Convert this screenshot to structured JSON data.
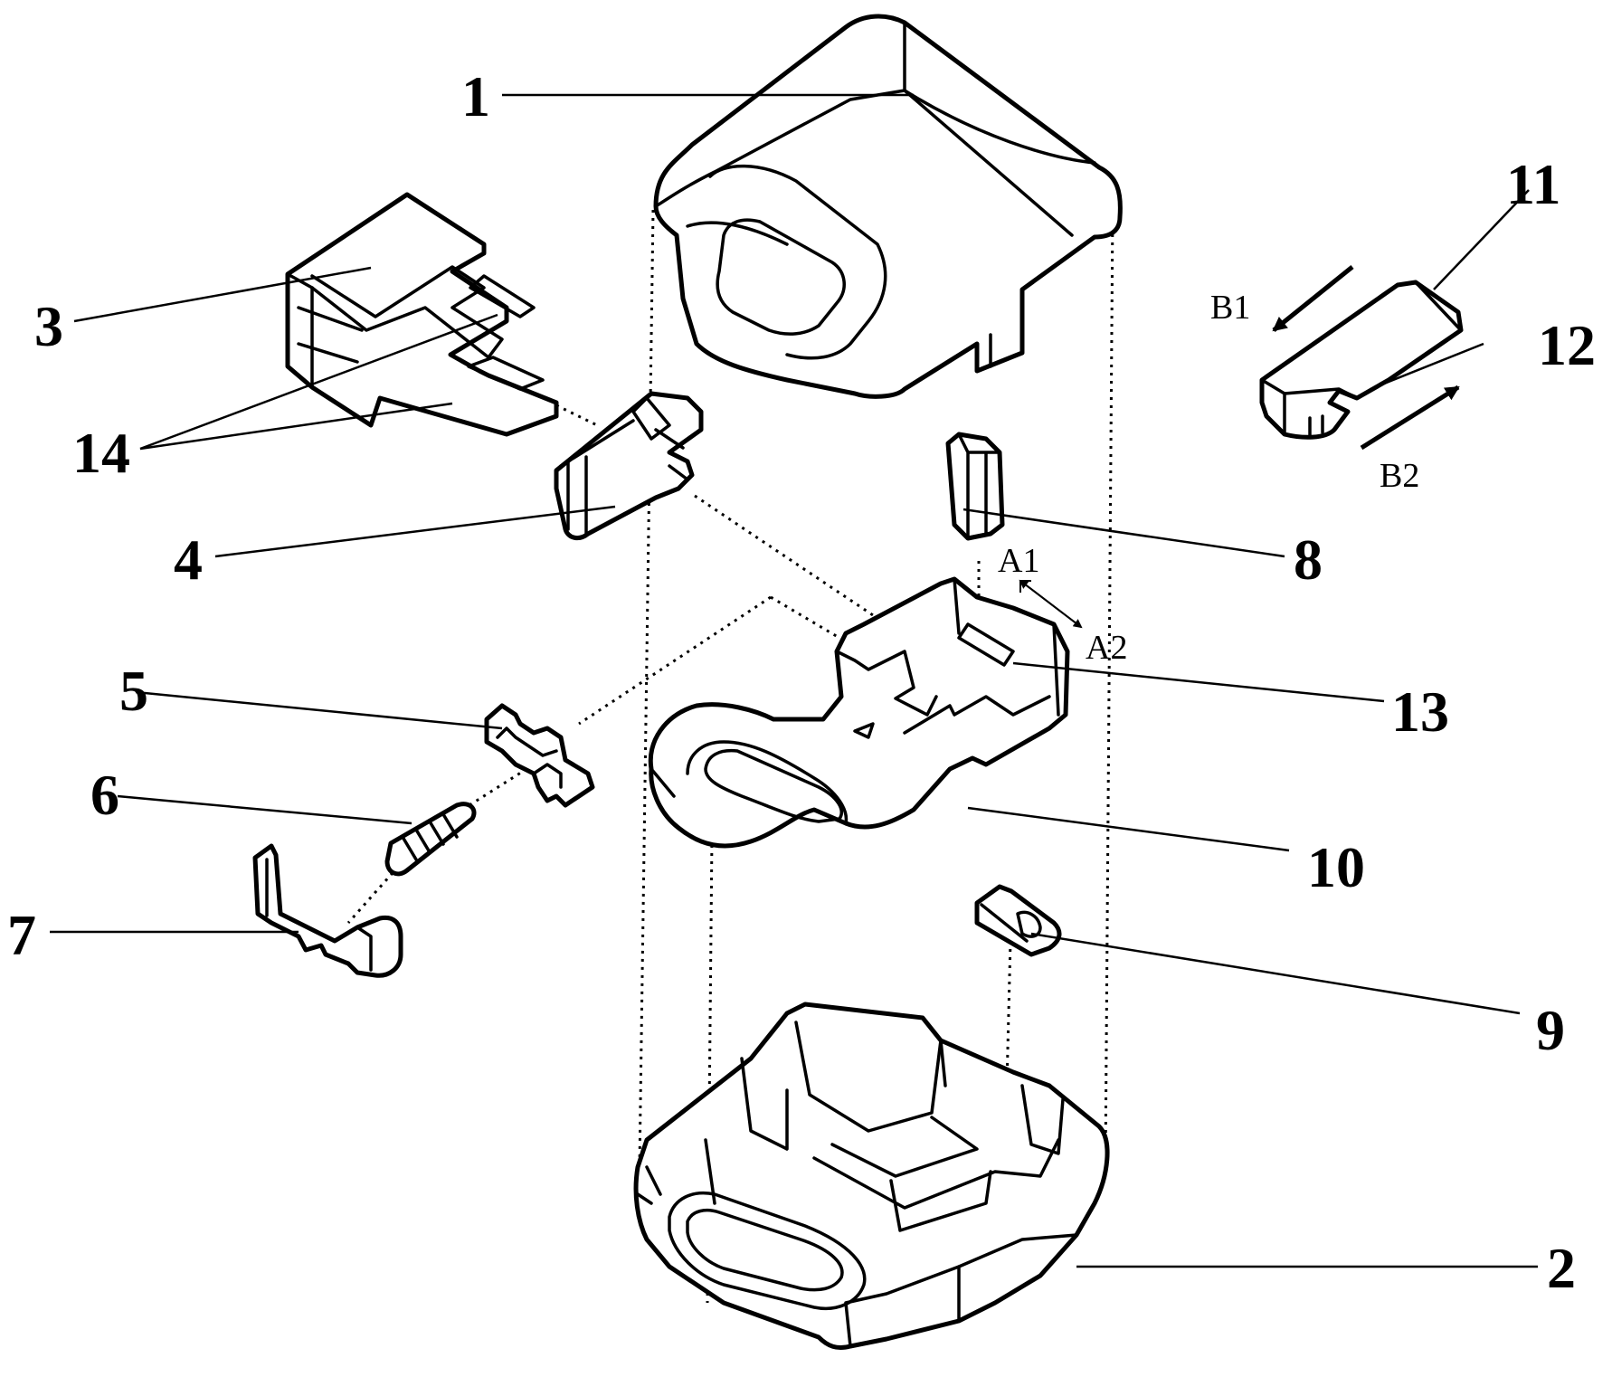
{
  "labels": {
    "l1": "1",
    "l2": "2",
    "l3": "3",
    "l4": "4",
    "l5": "5",
    "l6": "6",
    "l7": "7",
    "l8": "8",
    "l9": "9",
    "l10": "10",
    "l11": "11",
    "l12": "12",
    "l13": "13",
    "l14": "14"
  },
  "directions": {
    "a1": "A1",
    "a2": "A2",
    "b1": "B1",
    "b2": "B2"
  },
  "colors": {
    "line": "#000000",
    "background": "#ffffff"
  }
}
